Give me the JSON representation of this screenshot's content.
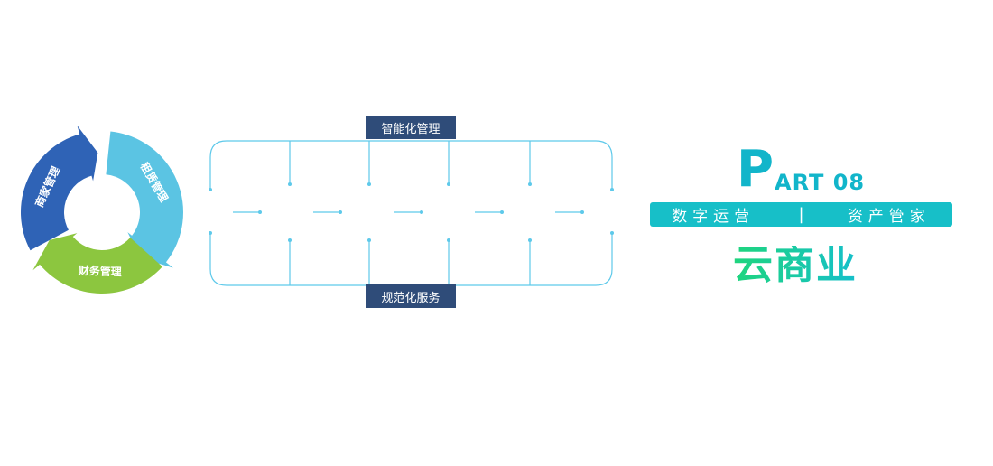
{
  "cycle": {
    "segments": [
      {
        "label": "商家管理",
        "color": "#2f63b6"
      },
      {
        "label": "租赁管理",
        "color": "#5bc4e3"
      },
      {
        "label": "财务管理",
        "color": "#8cc63f"
      }
    ]
  },
  "framework": {
    "top_label": "智能化管理",
    "bottom_label": "规范化服务",
    "line_color": "#5ec9ea",
    "label_bg": "#2f4c79"
  },
  "part": {
    "letter": "P",
    "rest": "ART 08",
    "color": "#12b5ca"
  },
  "banner": {
    "left": "数字运营",
    "separator": "|",
    "right": "资产管家",
    "bg": "#17bfc8"
  },
  "title": "云商业"
}
